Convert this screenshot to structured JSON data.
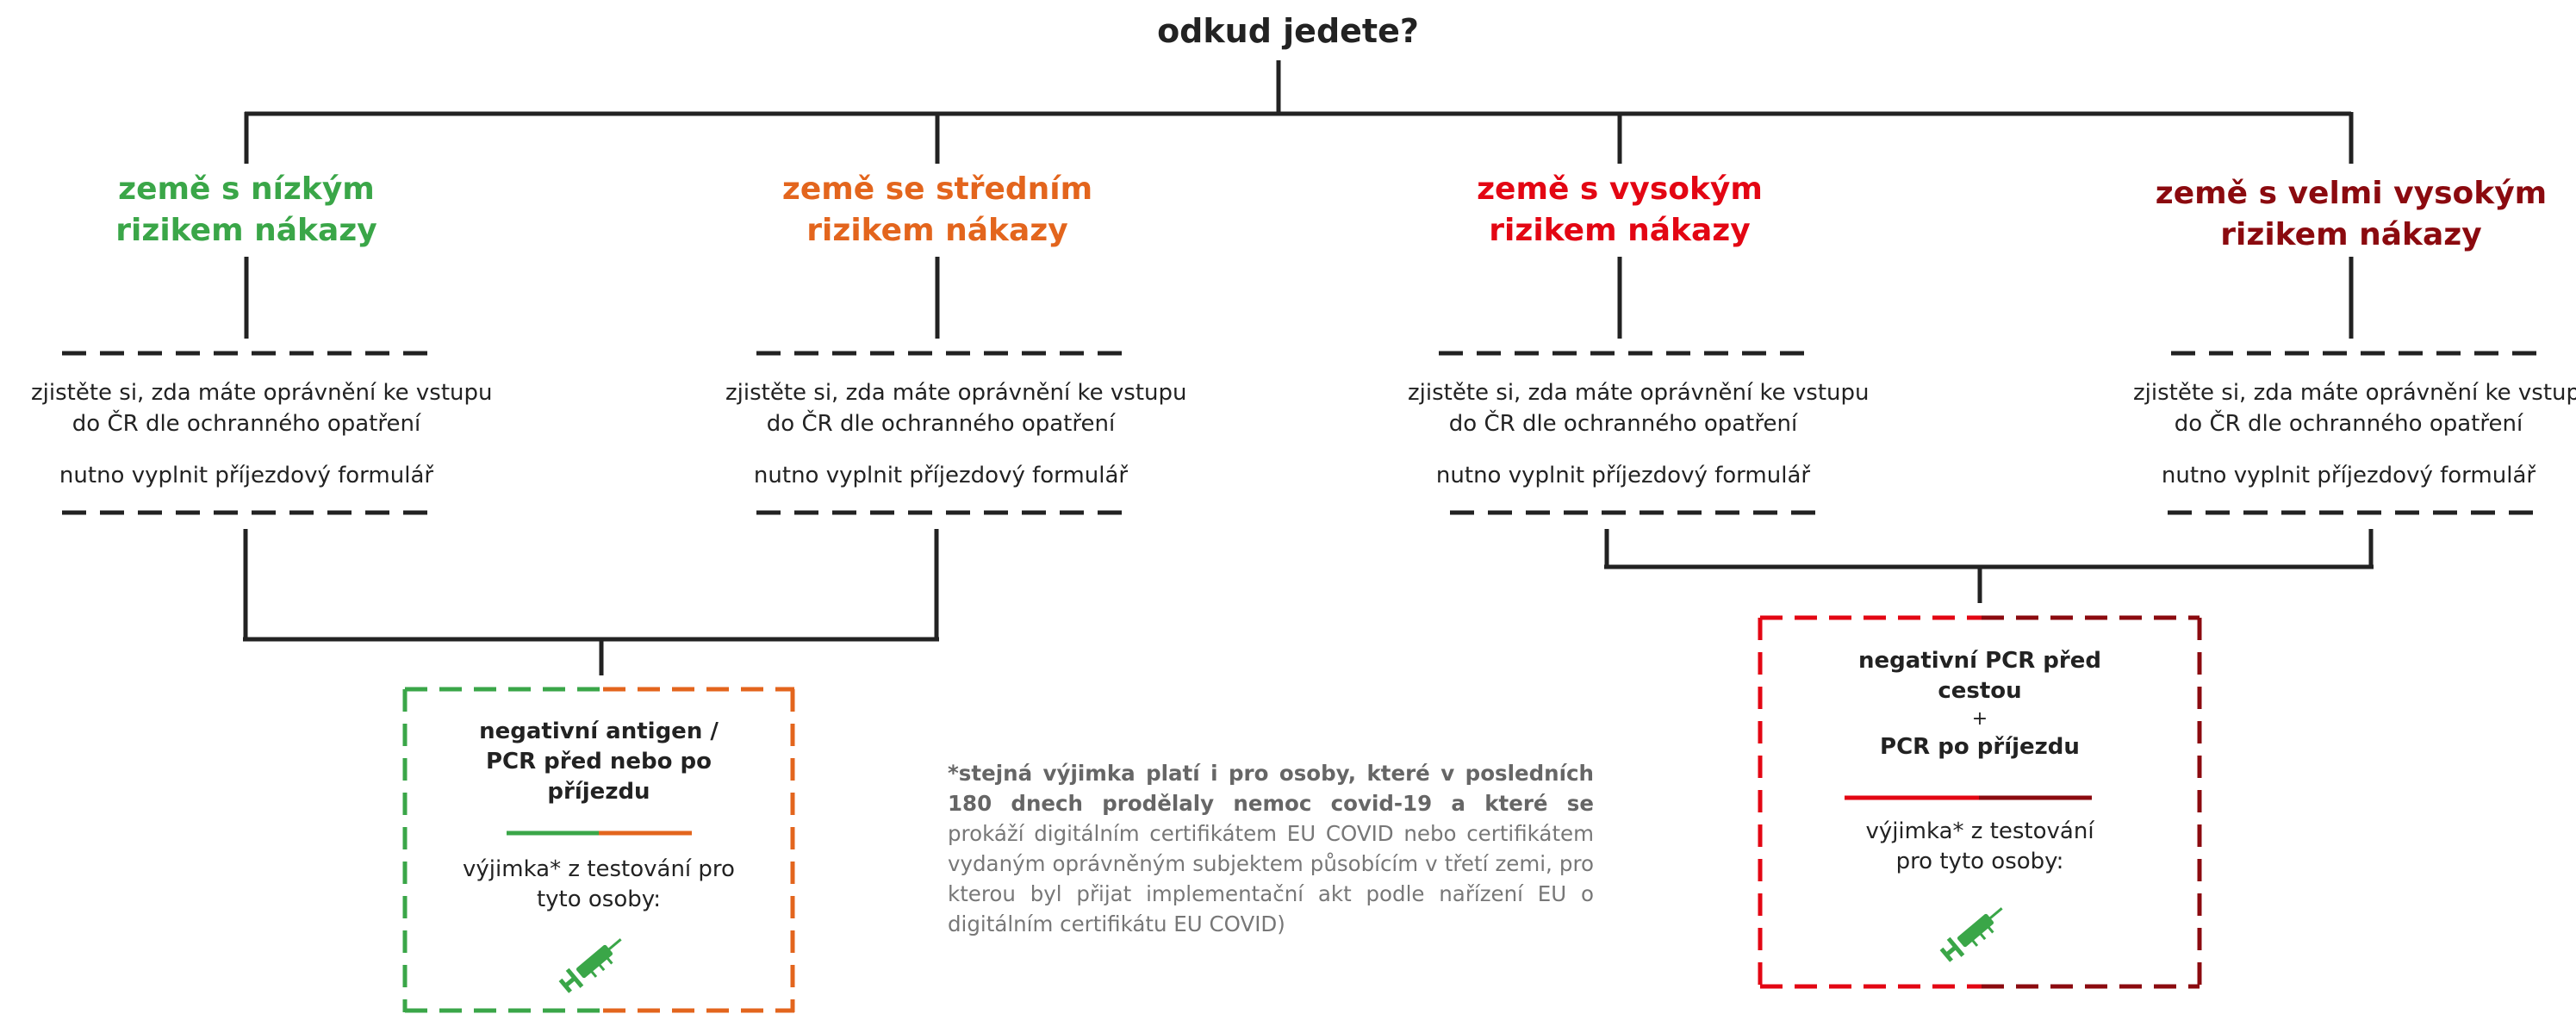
{
  "title": "odkud jedete?",
  "categories": [
    {
      "line1": "země s nízkým",
      "line2": "rizikem nákazy",
      "color": "#3aa648"
    },
    {
      "line1": "země se středním",
      "line2": "rizikem nákazy",
      "color": "#e3651d"
    },
    {
      "line1": "země s vysokým",
      "line2": "rizikem nákazy",
      "color": "#e30613"
    },
    {
      "line1": "země s velmi vysokým",
      "line2": "rizikem nákazy",
      "color": "#8b0a0f"
    }
  ],
  "info": {
    "line1": "zjistěte si, zda máte oprávnění ke vstupu",
    "line2": "do ČR dle ochranného opatření",
    "form": "nutno vyplnit příjezdový formulář"
  },
  "left_box": {
    "line1": "negativní antigen /",
    "line2": "PCR před nebo po",
    "line3": "příjezdu",
    "exempt1": "výjimka* z testování pro",
    "exempt2": "tyto osoby:",
    "icon": "syringe-icon"
  },
  "right_box": {
    "line1": "negativní PCR před",
    "line2": "cestou",
    "plus": "+",
    "line3": "PCR po příjezdu",
    "exempt1": "výjimka* z testování",
    "exempt2": "pro tyto osoby:",
    "icon": "syringe-icon"
  },
  "footnote": {
    "bold": "*stejná výjimka platí i pro osoby, které v posledních 180 dnech prodělaly nemoc covid-19 a které se",
    "rest": " prokáží digitálním certifikátem EU COVID nebo certifikátem vydaným oprávněným subjektem působícím v třetí zemi, pro kterou byl přijat implementační akt podle nařízení EU o digitálním certifikátu EU COVID)"
  },
  "colors": {
    "line": "#222222",
    "green": "#3aa648",
    "orange": "#e3651d",
    "red": "#e30613",
    "darkred": "#8b0a0f"
  }
}
